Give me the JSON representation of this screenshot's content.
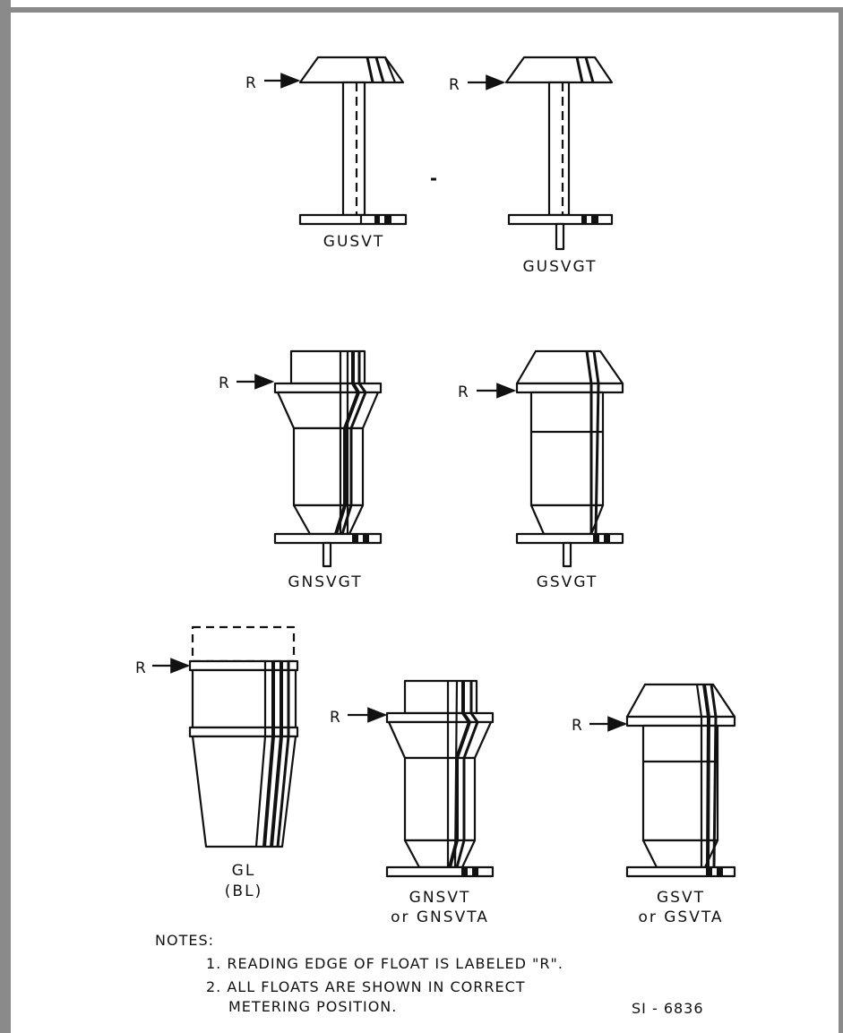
{
  "diagram": {
    "reading_edge_marker": "R",
    "floats": [
      {
        "name": "GUSVT"
      },
      {
        "name": "GUSVGT"
      },
      {
        "name": "GNSVGT"
      },
      {
        "name": "GSVGT"
      },
      {
        "name": "GL",
        "alt": "(BL)"
      },
      {
        "name": "GNSVT",
        "alt": "or GNSVTA"
      },
      {
        "name": "GSVT",
        "alt": "or GSVTA"
      }
    ],
    "notes": {
      "heading": "NOTES:",
      "items": [
        "1. READING EDGE OF FLOAT IS LABELED \"R\".",
        "2. ALL FLOATS ARE SHOWN IN CORRECT",
        "METERING POSITION."
      ]
    },
    "figure_id": "SI - 6836"
  }
}
